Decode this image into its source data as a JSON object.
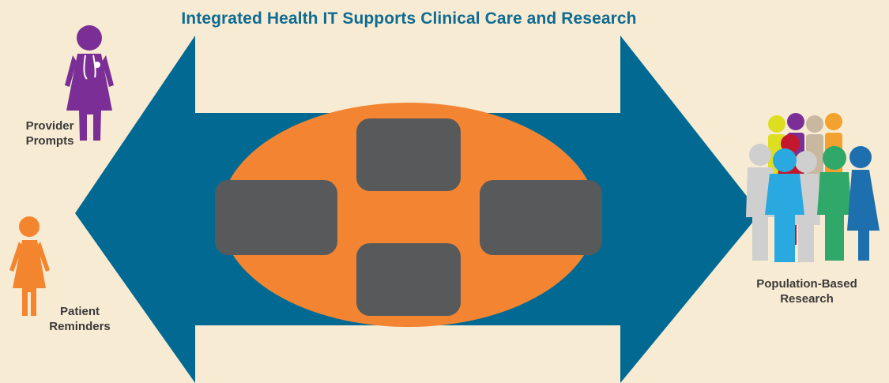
{
  "title": "Integrated Health IT Supports Clinical Care and Research",
  "labels": {
    "provider": [
      "Provider",
      "Prompts"
    ],
    "patient": [
      "Patient",
      "Reminders"
    ],
    "population": [
      "Population-Based",
      "Research"
    ]
  },
  "colors": {
    "background": "#f8ebd3",
    "arrow": "#026a92",
    "ellipse": "#f38532",
    "box": "#58595b",
    "provider": "#7b2f96",
    "patient": "#f3852f",
    "title": "#0f6b91"
  },
  "icons": {
    "provider": "provider-icon",
    "patient": "patient-icon",
    "population": "population-group-icon"
  }
}
